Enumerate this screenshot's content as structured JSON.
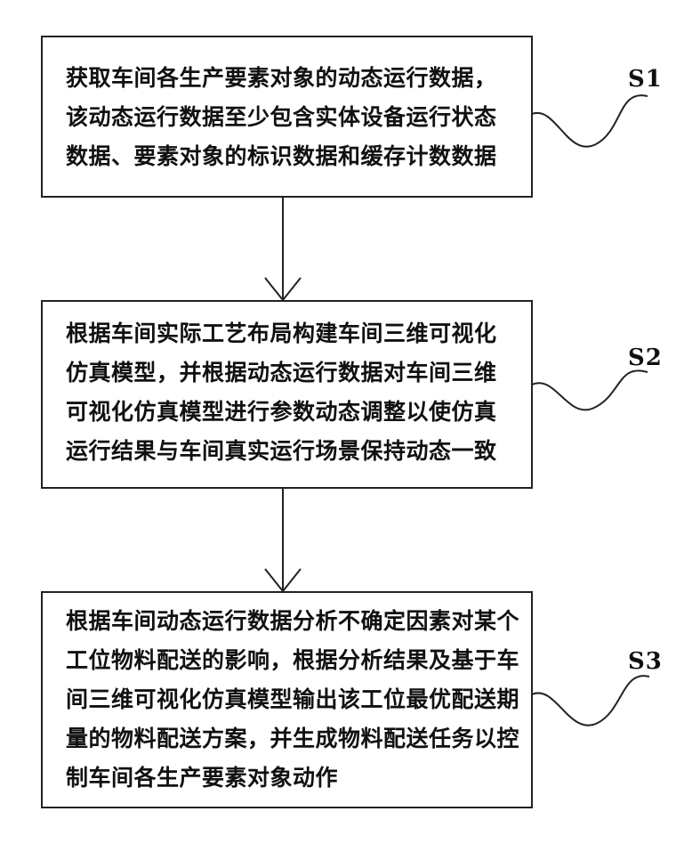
{
  "steps": [
    {
      "label": "S1",
      "lines": [
        "获取车间各生产要素对象的动态运行数据，",
        "该动态运行数据至少包含实体设备运行状态",
        "数据、要素对象的标识数据和缓存计数数据"
      ]
    },
    {
      "label": "S2",
      "lines": [
        "根据车间实际工艺布局构建车间三维可视化",
        "仿真模型，并根据动态运行数据对车间三维",
        "可视化仿真模型进行参数动态调整以使仿真",
        "运行结果与车间真实运行场景保持动态一致"
      ]
    },
    {
      "label": "S3",
      "lines": [
        "根据车间动态运行数据分析不确定因素对某个",
        "工位物料配送的影响，根据分析结果及基于车",
        "间三维可视化仿真模型输出该工位最优配送期",
        "量的物料配送方案，并生成物料配送任务以控",
        "制车间各生产要素对象动作"
      ]
    }
  ]
}
